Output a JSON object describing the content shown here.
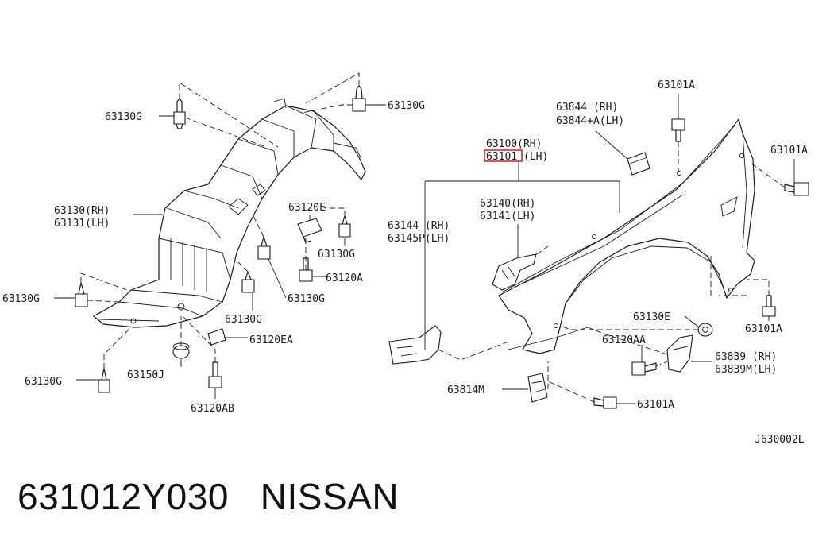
{
  "labels": {
    "g_top_left": "63130G",
    "g_top_mid": "63130G",
    "liner_rh": "63130(RH)",
    "liner_lh": "63131(LH)",
    "e_clip": "63120E",
    "g_right": "63130G",
    "a_bolt": "63120A",
    "g_left": "63130G",
    "g_mid": "63130G",
    "g_center": "63130G",
    "ea_clip": "63120EA",
    "g_bottom": "63130G",
    "j_pad": "63150J",
    "ab_bolt": "63120AB",
    "fender_rh": "63100(RH)",
    "fender_lh": "63101",
    "fender_lh_side": "(LH)",
    "seal_rh": "63844  (RH)",
    "seal_lh": "63844+A(LH)",
    "bolt_top": "63101A",
    "bolt_right": "63101A",
    "bracket_rh": "63140(RH)",
    "bracket_lh": "63141(LH)",
    "stay_rh": "63144  (RH)",
    "stay_lh": "63145P(LH)",
    "e_grommet": "63130E",
    "bolt_lower_right": "63101A",
    "aa_bolt": "63120AA",
    "protector_rh": "63839 (RH)",
    "protector_lh": "63839M(LH)",
    "m_clip": "63814M",
    "bolt_bottom": "63101A",
    "diagram_code": "J630002L"
  },
  "highlight_color": "#e0262b",
  "footer": {
    "part_number": "631012Y030",
    "brand": "NISSAN"
  }
}
